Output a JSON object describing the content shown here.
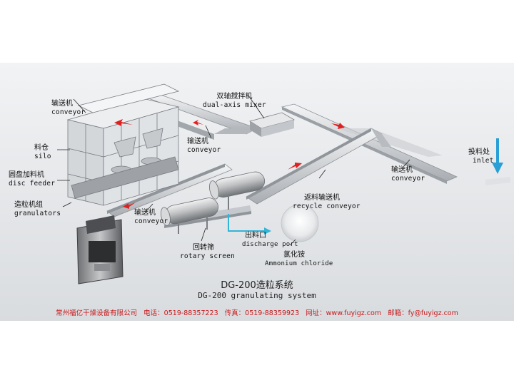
{
  "labels": {
    "conveyor_top": {
      "cn": "输送机",
      "en": "conveyor"
    },
    "dual_axis_mixer": {
      "cn": "双轴搅拌机",
      "en": "dual-axis mixer"
    },
    "conveyor_mid": {
      "cn": "输送机",
      "en": "conveyor"
    },
    "silo": {
      "cn": "料仓",
      "en": "silo"
    },
    "disc_feeder": {
      "cn": "圆盘加料机",
      "en": "disc feeder"
    },
    "granulators": {
      "cn": "造粒机组",
      "en": "granulators"
    },
    "conveyor_lower": {
      "cn": "输送机",
      "en": "conveyor"
    },
    "recycle_conveyor": {
      "cn": "返料输送机",
      "en": "recycle conveyor"
    },
    "conveyor_right": {
      "cn": "输送机",
      "en": "conveyor"
    },
    "inlet": {
      "cn": "投料处",
      "en": "inlet"
    },
    "discharge_port": {
      "cn": "出料口",
      "en": "discharge port"
    },
    "rotary_screen": {
      "cn": "回转筛",
      "en": "rotary screen"
    },
    "ammonium_chloride": {
      "cn": "氯化铵",
      "en": "Ammonium chloride"
    }
  },
  "system_title": {
    "cn": "DG-200造粒系统",
    "en": "DG-200 granulating system"
  },
  "footer": {
    "company": "常州福亿干燥设备有限公司",
    "phone": "电话：0519-88357223",
    "fax": "传真：0519-88359923",
    "website": "网址：www.fuyigz.com",
    "email": "邮箱：fy@fuyigz.com"
  },
  "colors": {
    "flow_arrow": "#e02020",
    "inlet_arrow": "#2a9fd6",
    "discharge_arrow": "#33b5d8",
    "footer_text": "#c8191b"
  }
}
